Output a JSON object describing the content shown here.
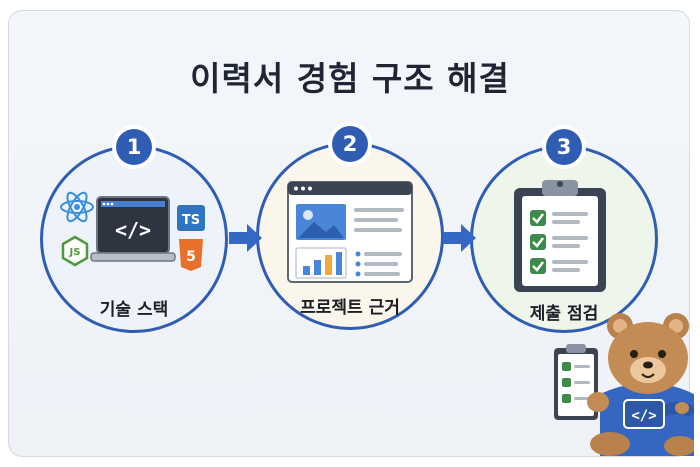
{
  "title": "이력서 경험 구조 해결",
  "steps": [
    {
      "number": "1",
      "label": "기술 스택",
      "icons": [
        "react-icon",
        "nodejs-icon",
        "laptop-code-icon",
        "typescript-icon",
        "html5-icon"
      ],
      "badges": {
        "ts": "TS",
        "js": "JS",
        "code": "</>",
        "html": "5"
      }
    },
    {
      "number": "2",
      "label": "프로젝트 근거",
      "icons": [
        "browser-window-icon",
        "image-icon",
        "bar-chart-icon",
        "list-icon"
      ]
    },
    {
      "number": "3",
      "label": "제출 점검",
      "icons": [
        "clipboard-checklist-icon"
      ]
    }
  ],
  "mascot": {
    "icon": "teddy-bear-mascot",
    "shirt_code": "</>"
  },
  "colors": {
    "accent": "#2f5db4",
    "check": "#3d8b4a",
    "ts": "#2f74c0",
    "html": "#e8702a"
  }
}
